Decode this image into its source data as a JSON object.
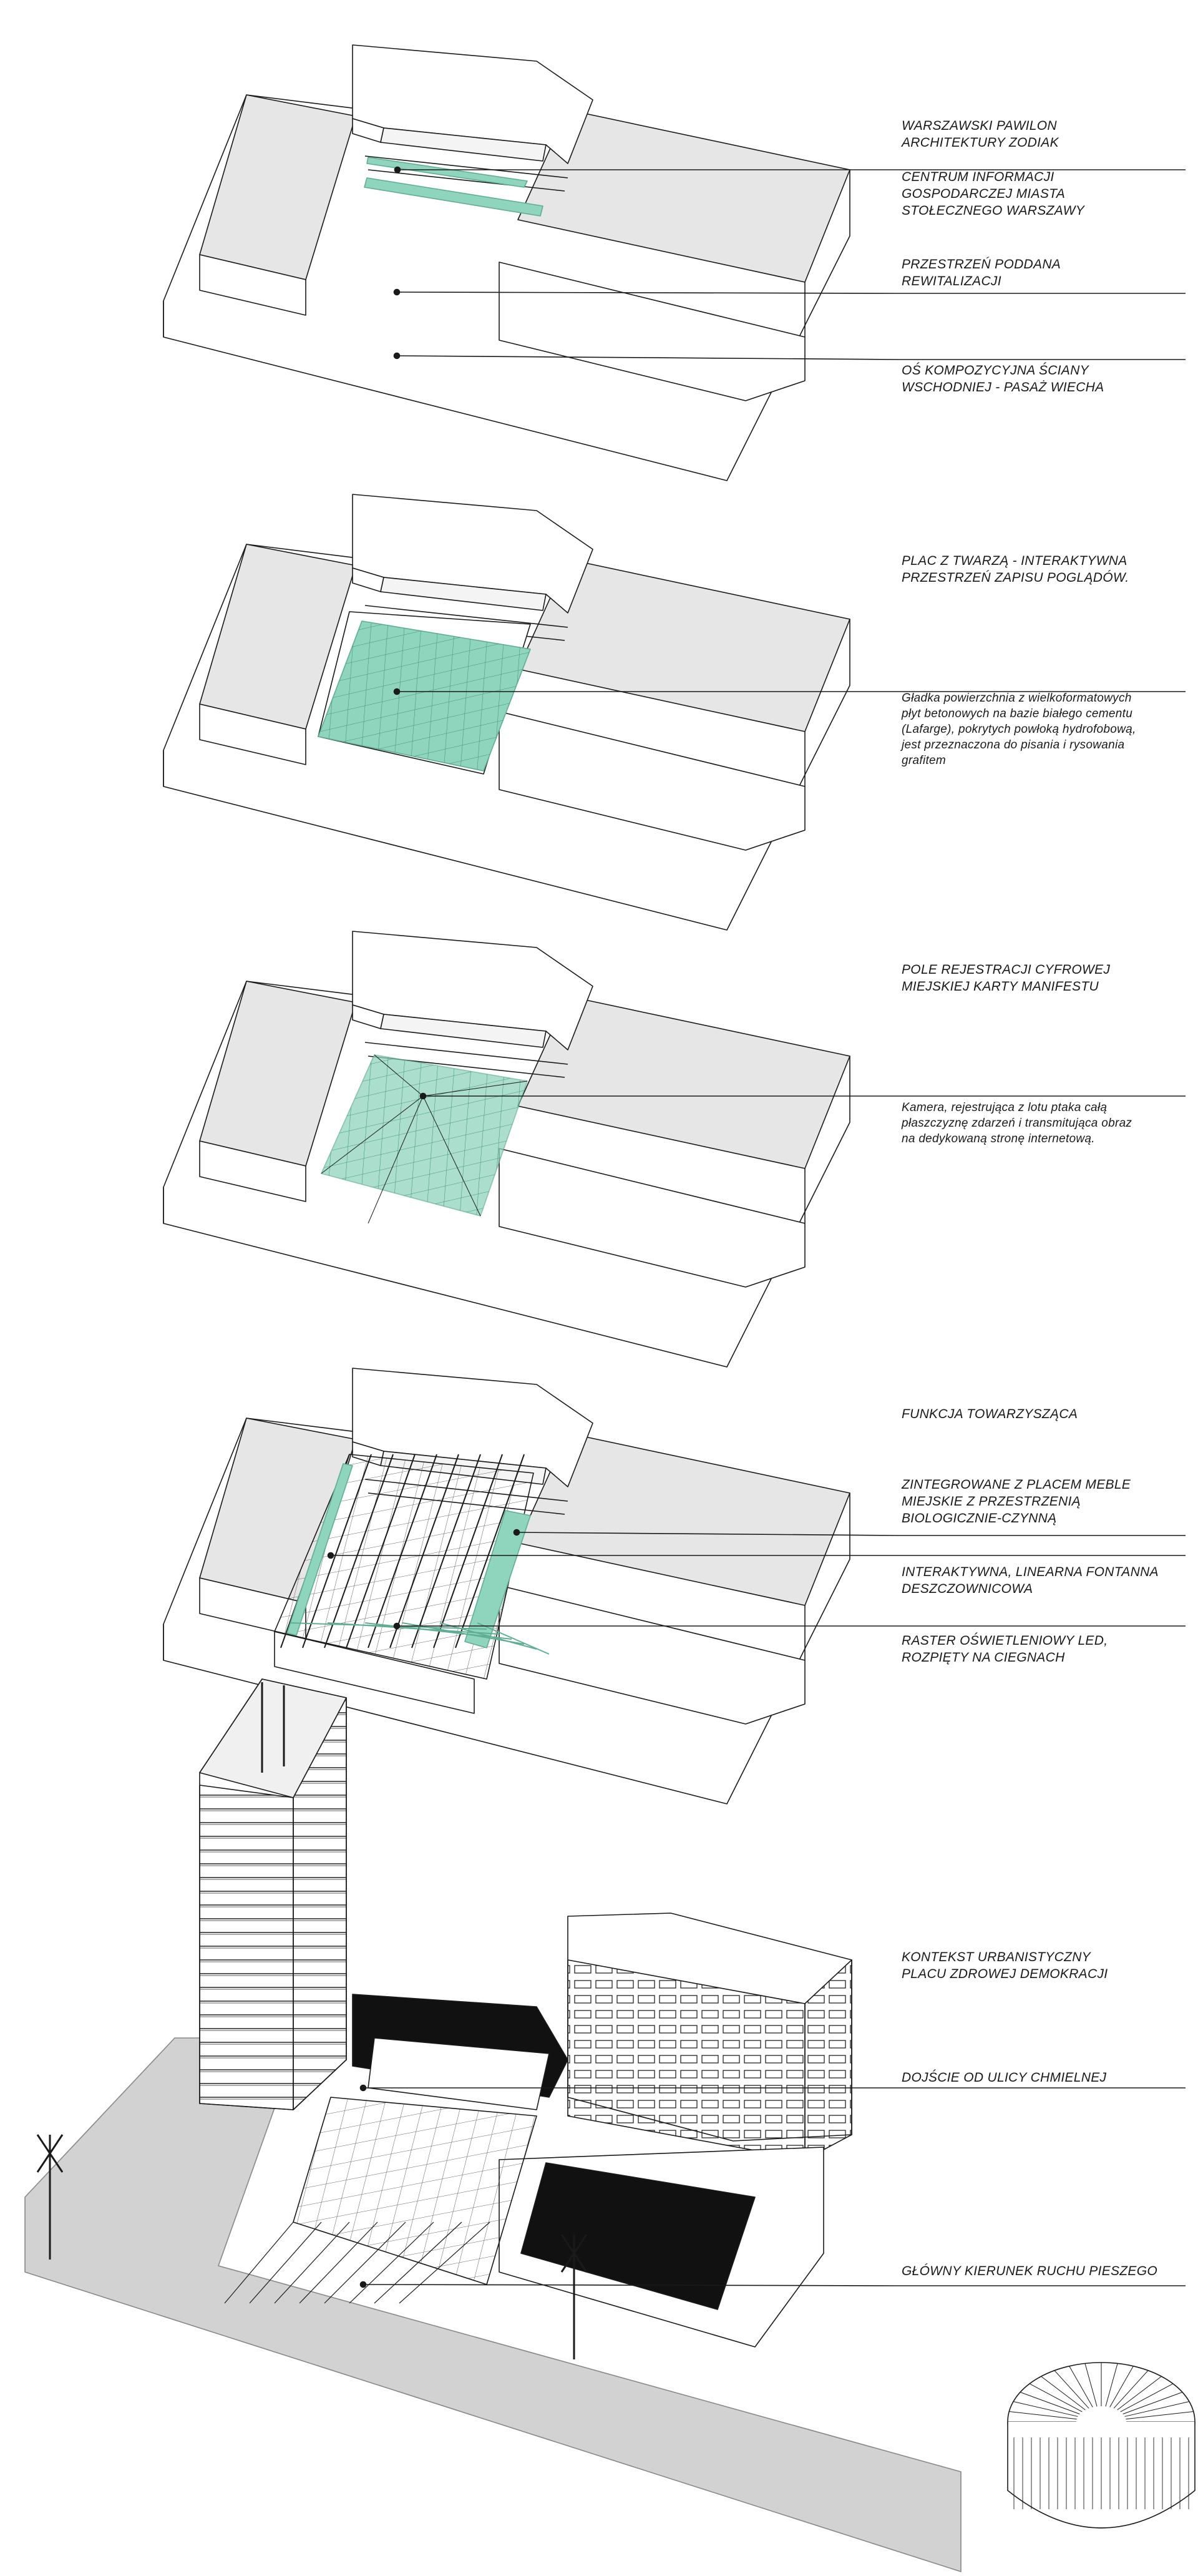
{
  "colors": {
    "accent_green": "#8fd4bc",
    "accent_green_line": "#5fae93",
    "ink": "#1a1a1a",
    "roof_grey": "#e6e6e6",
    "street_grey": "#d2d2d2",
    "black_fill": "#111111"
  },
  "panels": [
    {
      "callouts": [
        {
          "text": "WARSZAWSKI PAWILON\nARCHITEKTURY ZODIAK"
        },
        {
          "text": "CENTRUM INFORMACJI\nGOSPODARCZEJ MIASTA\nSTOŁECZNEGO WARSZAWY"
        },
        {
          "text": "PRZESTRZEŃ PODDANA\nREWITALIZACJI"
        },
        {
          "text": "OŚ KOMPOZYCYJNA ŚCIANY\nWSCHODNIEJ - PASAŻ WIECHA"
        }
      ]
    },
    {
      "callouts": [
        {
          "text": "PLAC Z TWARZĄ - INTERAKTYWNA\nPRZESTRZEŃ ZAPISU POGLĄDÓW."
        },
        {
          "text": "Gładka powierzchnia z wielkoformatowych\npłyt betonowych na bazie białego cementu\n(Lafarge), pokrytych powłoką hydrofobową,\njest przeznaczona do pisania i  rysowania\ngrafitem"
        }
      ]
    },
    {
      "callouts": [
        {
          "text": "POLE REJESTRACJI CYFROWEJ\nMIEJSKIEJ KARTY MANIFESTU"
        },
        {
          "text": "Kamera, rejestrująca z lotu ptaka całą\npłaszczyznę zdarzeń i transmitująca obraz\nna dedykowaną stronę internetową."
        }
      ]
    },
    {
      "callouts": [
        {
          "text": "FUNKCJA TOWARZYSZĄCA"
        },
        {
          "text": "ZINTEGROWANE Z PLACEM MEBLE\nMIEJSKIE Z PRZESTRZENIĄ\nBIOLOGICZNIE-CZYNNĄ"
        },
        {
          "text": "INTERAKTYWNA, LINEARNA FONTANNA\nDESZCZOWNICOWA"
        },
        {
          "text": "RASTER OŚWIETLENIOWY LED,\nROZPIĘTY NA CIEGNACH"
        }
      ]
    },
    {
      "callouts": [
        {
          "text": "KONTEKST URBANISTYCZNY\nPLACU ZDROWEJ DEMOKRACJI"
        },
        {
          "text": "DOJŚCIE OD ULICY CHMIELNEJ"
        },
        {
          "text": "GŁÓWNY KIERUNEK RUCHU PIESZEGO"
        }
      ]
    }
  ]
}
